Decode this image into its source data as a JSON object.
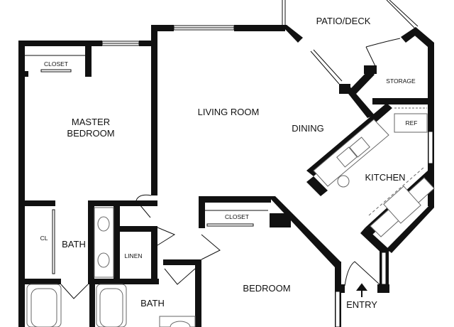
{
  "plan": {
    "wall_color": "#111111",
    "fixture_color": "#666666",
    "background": "#ffffff",
    "rooms": {
      "patio": "PATIO/DECK",
      "storage": "STORAGE",
      "closet_master": "CLOSET",
      "master_bedroom_line1": "MASTER",
      "master_bedroom_line2": "BEDROOM",
      "living_room": "LIVING ROOM",
      "dining": "DINING",
      "ref": "REF",
      "kitchen": "KITCHEN",
      "closet_bedroom": "CLOSET",
      "cl": "CL",
      "bath_1": "BATH",
      "linen": "LINEN",
      "bath_2": "BATH",
      "bedroom": "BEDROOM",
      "entry": "ENTRY"
    }
  }
}
